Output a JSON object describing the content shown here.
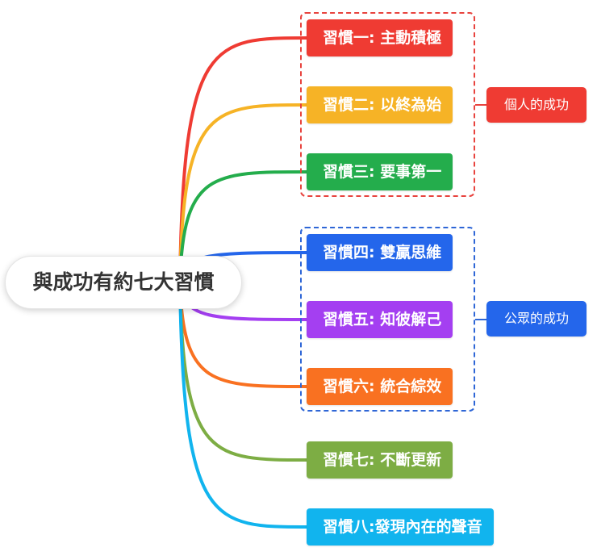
{
  "root": {
    "label": "與成功有約七大習慣"
  },
  "habits": [
    {
      "label": "習慣一: 主動積極",
      "color": "#ef3b33"
    },
    {
      "label": "習慣二: 以終為始",
      "color": "#f6b326"
    },
    {
      "label": "習慣三: 要事第一",
      "color": "#24ad4c"
    },
    {
      "label": "習慣四: 雙贏思維",
      "color": "#2466eb"
    },
    {
      "label": "習慣五: 知彼解己",
      "color": "#a43ff1"
    },
    {
      "label": "習慣六: 統合綜效",
      "color": "#f97121"
    },
    {
      "label": "習慣七: 不斷更新",
      "color": "#7dad44"
    },
    {
      "label": "習慣八:發現內在的聲音",
      "color": "#11b4ee"
    }
  ],
  "groups": [
    {
      "label": "個人的成功",
      "color": "#ef3b33",
      "border_color": "#e8433e"
    },
    {
      "label": "公眾的成功",
      "color": "#2466eb",
      "border_color": "#2e66d6"
    }
  ]
}
